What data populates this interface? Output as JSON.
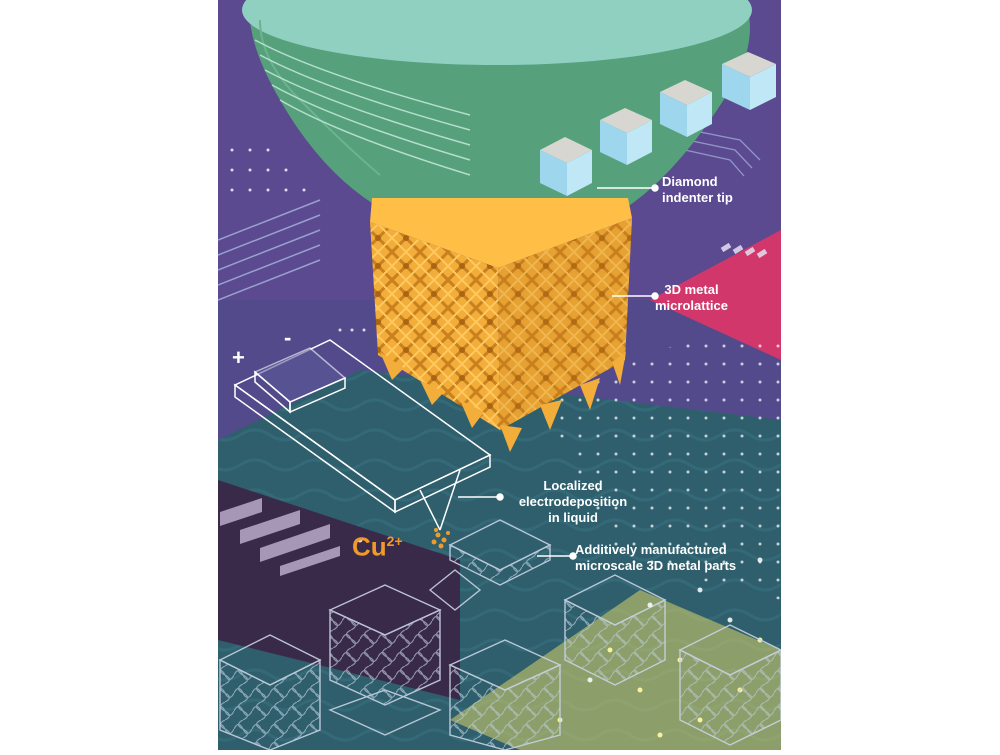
{
  "labels": {
    "diamond_tip": [
      "Diamond",
      "indenter tip"
    ],
    "microlattice": [
      "3D metal",
      "microlattice"
    ],
    "electrodeposition": [
      "Localized",
      "electrodeposition",
      "in liquid"
    ],
    "parts": [
      "Additively manufactured",
      "microscale 3D metal parts"
    ]
  },
  "ion": {
    "symbol": "Cu",
    "charge": "2+"
  },
  "electrodes": {
    "positive": "+",
    "negative": "-"
  },
  "colors": {
    "background": "#5b4a8f",
    "substrate": "#2f5f6c",
    "indenter": "#57a07c",
    "indenter_tip": "#8fd0c0",
    "lattice": "#f0a531",
    "crystal": "#cfe8f4",
    "accent_pink": "#d1376a",
    "accent_yellow": "#d9d46a",
    "text": "#ffffff",
    "ion_text": "#f09a2a"
  }
}
